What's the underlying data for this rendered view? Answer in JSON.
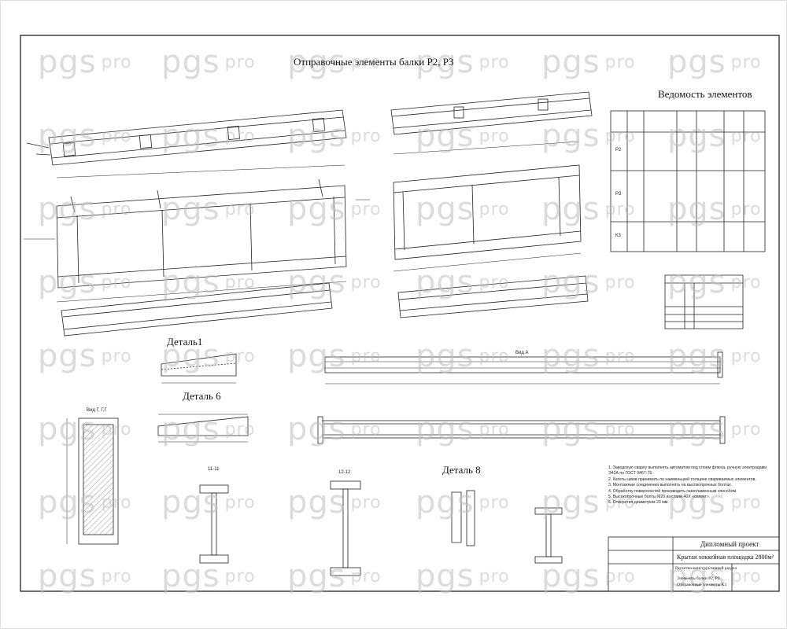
{
  "drawing": {
    "title": "Отправочные элементы балки Р2, Р3",
    "schedule_title": "Ведомость элементов",
    "detail_1": "Деталь1",
    "detail_6": "Деталь 6",
    "detail_8": "Деталь 8",
    "view_a": "Вид А",
    "section_11": "11-11",
    "section_12": "12-12",
    "view_gg": "Вид Г, Г,Г"
  },
  "stamp": {
    "project_type": "Дипломный проект",
    "project_name": "Крытая хоккейная площадка 2800м²",
    "section_name": "Расчетно-конструктивный раздел",
    "sheet_name_1": "Элементы балки Р2, Р3",
    "sheet_name_2": "Отправочные элементы К3"
  },
  "notes": [
    "1. Заводскую сварку выполнять автоматом под слоем флюса, ручную электродами Э42А по ГОСТ 9467-75.",
    "2. Катеты швов принимать по наименьшей толщине свариваемых элементов.",
    "3. Монтажные соединения выполнять на высокопрочных болтах.",
    "4. Обработку поверхностей производить газопламенным способом.",
    "5. Высокопрочные болты М20 из стали 40Х «селект».",
    "6. Отверстия диаметром 23 мм."
  ],
  "schedule_row_labels": [
    "Р2",
    "Р3",
    "К3"
  ],
  "watermark": {
    "brand": "pgs",
    "suffix": "pro"
  }
}
